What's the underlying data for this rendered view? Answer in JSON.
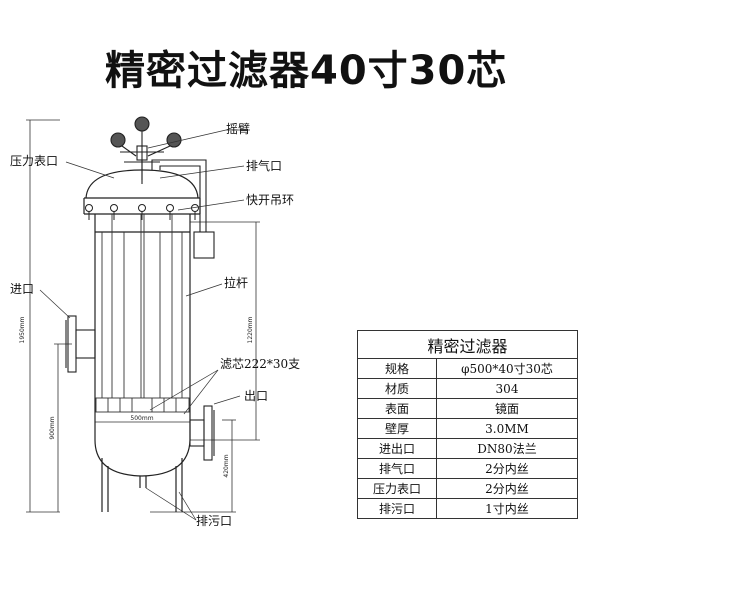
{
  "title": "精密过滤器40寸30芯",
  "callouts": {
    "rocker_arm": "摇臂",
    "pressure_gauge_port": "压力表口",
    "vent_port": "排气口",
    "quick_lift_ring": "快开吊环",
    "inlet": "进口",
    "tie_rod": "拉杆",
    "filter_element": "滤芯222*30支",
    "outlet": "出口",
    "drain_port": "排污口"
  },
  "dimensions": {
    "overall_height": "1950mm",
    "element_length": "1220mm",
    "inlet_height": "900mm",
    "outlet_height": "420mm",
    "body_diameter": "500mm"
  },
  "spec_table": {
    "header": "精密过滤器",
    "rows": [
      {
        "key": "规格",
        "value": "φ500*40寸30芯"
      },
      {
        "key": "材质",
        "value": "304"
      },
      {
        "key": "表面",
        "value": "镜面"
      },
      {
        "key": "壁厚",
        "value": "3.0MM"
      },
      {
        "key": "进出口",
        "value": "DN80法兰"
      },
      {
        "key": "排气口",
        "value": "2分内丝"
      },
      {
        "key": "压力表口",
        "value": "2分内丝"
      },
      {
        "key": "排污口",
        "value": "1寸内丝"
      }
    ]
  }
}
